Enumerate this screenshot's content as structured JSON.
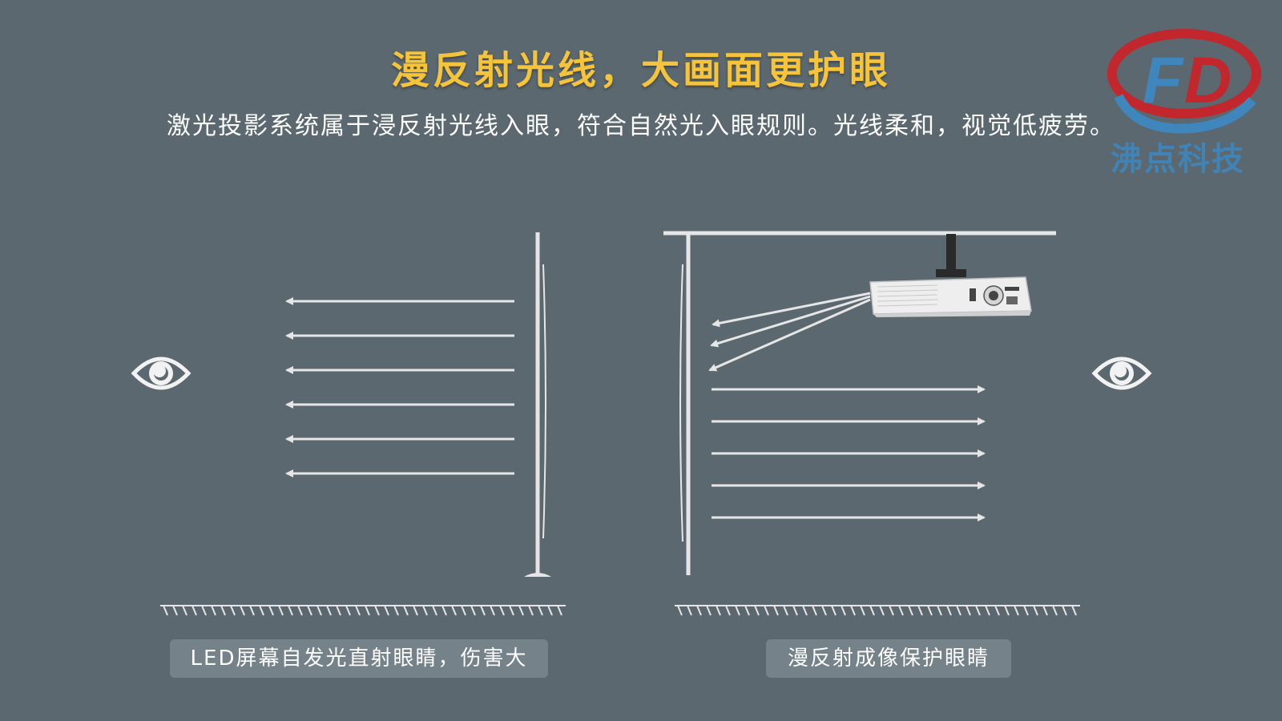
{
  "title": "漫反射光线，大画面更护眼",
  "subtitle": "激光投影系统属于浸反射光线入眼，符合自然光入眼规则。光线柔和，视觉低疲劳。",
  "logo": {
    "letters": "FD",
    "text": "沸点科技",
    "colors": {
      "red": "#c1272d",
      "blue": "#3f86bd"
    }
  },
  "left_panel": {
    "caption": "LED屏幕自发光直射眼睛，伤害大",
    "icon": "eye-icon",
    "arrow_count": 6,
    "arrow_direction": "left"
  },
  "right_panel": {
    "caption": "漫反射成像保护眼睛",
    "icon": "eye-icon",
    "device": "projector-icon",
    "arrow_count": 5,
    "arrow_direction": "right",
    "beam_count": 3
  },
  "colors": {
    "background": "#5b6870",
    "title": "#f6c43a",
    "line": "#e6e6e6",
    "caption_bg": "#75828a"
  }
}
